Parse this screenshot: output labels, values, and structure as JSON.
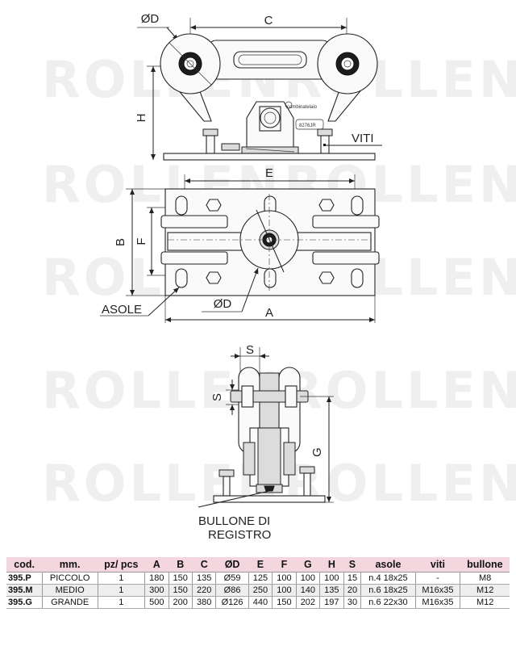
{
  "watermark": "ROLLEN",
  "drawing": {
    "dim_D": "ØD",
    "dim_C": "C",
    "dim_H": "H",
    "viti": "VITI",
    "brand_plate": "combinatelaio",
    "part_code": "8276JR",
    "dim_E": "E",
    "dim_B": "B",
    "dim_F": "F",
    "asole": "ASOLE",
    "dim_D2": "ØD",
    "dim_A": "A",
    "dim_S_top": "S",
    "dim_S_side": "S",
    "dim_G": "G",
    "bullone_line1": "BULLONE DI",
    "bullone_line2": "REGISTRO"
  },
  "table": {
    "headers": [
      "cod.",
      "mm.",
      "pz/ pcs",
      "A",
      "B",
      "C",
      "ØD",
      "E",
      "F",
      "G",
      "H",
      "S",
      "asole",
      "viti",
      "bullone"
    ],
    "rows": [
      [
        "395.P",
        "PICCOLO",
        "1",
        "180",
        "150",
        "135",
        "Ø59",
        "125",
        "100",
        "100",
        "100",
        "15",
        "n.4 18x25",
        "-",
        "M8"
      ],
      [
        "395.M",
        "MEDIO",
        "1",
        "300",
        "150",
        "220",
        "Ø86",
        "250",
        "100",
        "140",
        "135",
        "20",
        "n.6 18x25",
        "M16x35",
        "M12"
      ],
      [
        "395.G",
        "GRANDE",
        "1",
        "500",
        "200",
        "380",
        "Ø126",
        "440",
        "150",
        "202",
        "197",
        "30",
        "n.6 22x30",
        "M16x35",
        "M12"
      ]
    ]
  }
}
